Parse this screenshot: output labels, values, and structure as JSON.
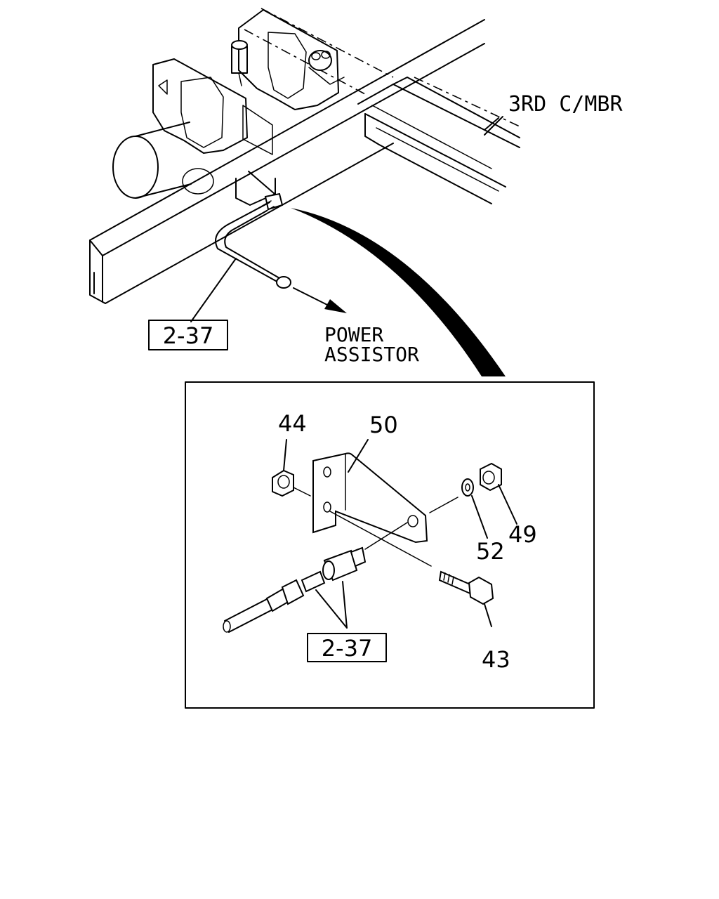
{
  "labels": {
    "crossmember": "3RD C/MBR",
    "ref_top": "2-37",
    "power_line1": "POWER",
    "power_line2": "ASSISTOR",
    "ref_detail": "2-37",
    "part_44": "44",
    "part_50": "50",
    "part_49": "49",
    "part_52": "52",
    "part_43": "43"
  }
}
